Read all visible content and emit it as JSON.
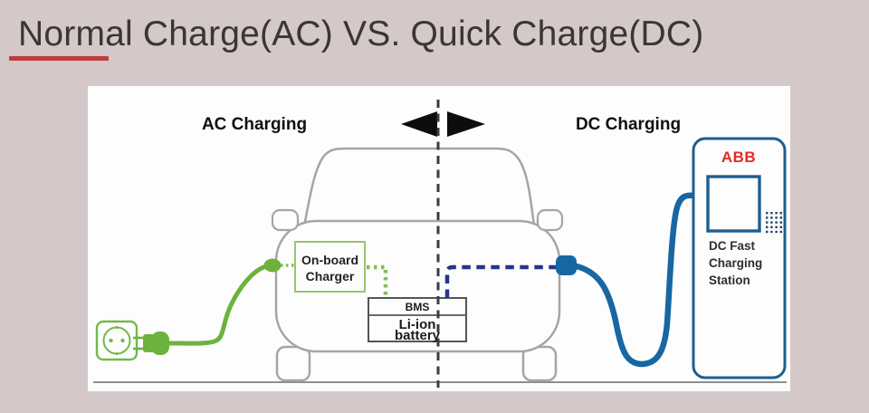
{
  "title": {
    "text": "Normal Charge(AC) VS. Quick Charge(DC)"
  },
  "diagram": {
    "left_label": "AC Charging",
    "right_label": "DC Charging",
    "onboard_charger": {
      "line1": "On-board",
      "line2": "Charger"
    },
    "battery": {
      "bms": "BMS",
      "line1": "Li-ion",
      "line2": "battery"
    },
    "station": {
      "brand": "ABB",
      "line1": "DC Fast",
      "line2": "Charging",
      "line3": "Station"
    }
  },
  "colors": {
    "background": "#d4c8c8",
    "panel": "#fdfdfd",
    "title_text": "#3a3537",
    "underline_red": "#c23b3f",
    "ac_green": "#6cb33e",
    "ac_green_dotted": "#82bd58",
    "onboard_box_border": "#9cc46e",
    "dc_dashed_navy": "#24368c",
    "dc_cable_blue": "#1767a2",
    "station_border": "#1d5f90",
    "abb_red": "#e22b25",
    "car_outline": "#a5a5a5",
    "divider_dash": "#3c3c3c"
  }
}
